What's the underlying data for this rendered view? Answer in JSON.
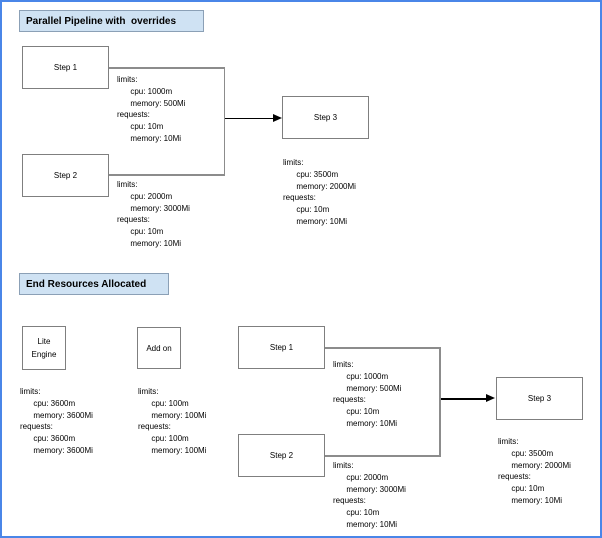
{
  "top": {
    "title": "Parallel Pipeline with  overrides",
    "step1": {
      "label": "Step 1",
      "resources": [
        "limits:",
        "      cpu: 1000m",
        "      memory: 500Mi",
        "requests:",
        "      cpu: 10m",
        "      memory: 10Mi"
      ]
    },
    "step2": {
      "label": "Step 2",
      "resources": [
        "limits:",
        "      cpu: 2000m",
        "      memory: 3000Mi",
        "requests:",
        "      cpu: 10m",
        "      memory: 10Mi"
      ]
    },
    "step3": {
      "label": "Step 3",
      "resources": [
        "limits:",
        "      cpu: 3500m",
        "      memory: 2000Mi",
        "requests:",
        "      cpu: 10m",
        "      memory: 10Mi"
      ]
    }
  },
  "bottom": {
    "title": "End Resources Allocated",
    "lite_engine": {
      "label": "Lite\nEngine",
      "resources": [
        "limits:",
        "      cpu: 3600m",
        "      memory: 3600Mi",
        "requests:",
        "      cpu: 3600m",
        "      memory: 3600Mi"
      ]
    },
    "add_on": {
      "label": "Add on",
      "resources": [
        "limits:",
        "      cpu: 100m",
        "      memory: 100Mi",
        "requests:",
        "      cpu: 100m",
        "      memory: 100Mi"
      ]
    },
    "step1": {
      "label": "Step 1",
      "resources": [
        "limits:",
        "      cpu: 1000m",
        "      memory: 500Mi",
        "requests:",
        "      cpu: 10m",
        "      memory: 10Mi"
      ]
    },
    "step2": {
      "label": "Step 2",
      "resources": [
        "limits:",
        "      cpu: 2000m",
        "      memory: 3000Mi",
        "requests:",
        "      cpu: 10m",
        "      memory: 10Mi"
      ]
    },
    "step3": {
      "label": "Step 3",
      "resources": [
        "limits:",
        "      cpu: 3500m",
        "      memory: 2000Mi",
        "requests:",
        "      cpu: 10m",
        "      memory: 10Mi"
      ]
    }
  },
  "colors": {
    "canvas_border": "#4a86e8",
    "title_fill": "#cfe2f3",
    "title_border": "#8ba0b6",
    "shape_border": "#7f7f7f",
    "connector": "#8c8c8c",
    "arrow": "#000000",
    "text": "#000000",
    "background": "#ffffff"
  }
}
